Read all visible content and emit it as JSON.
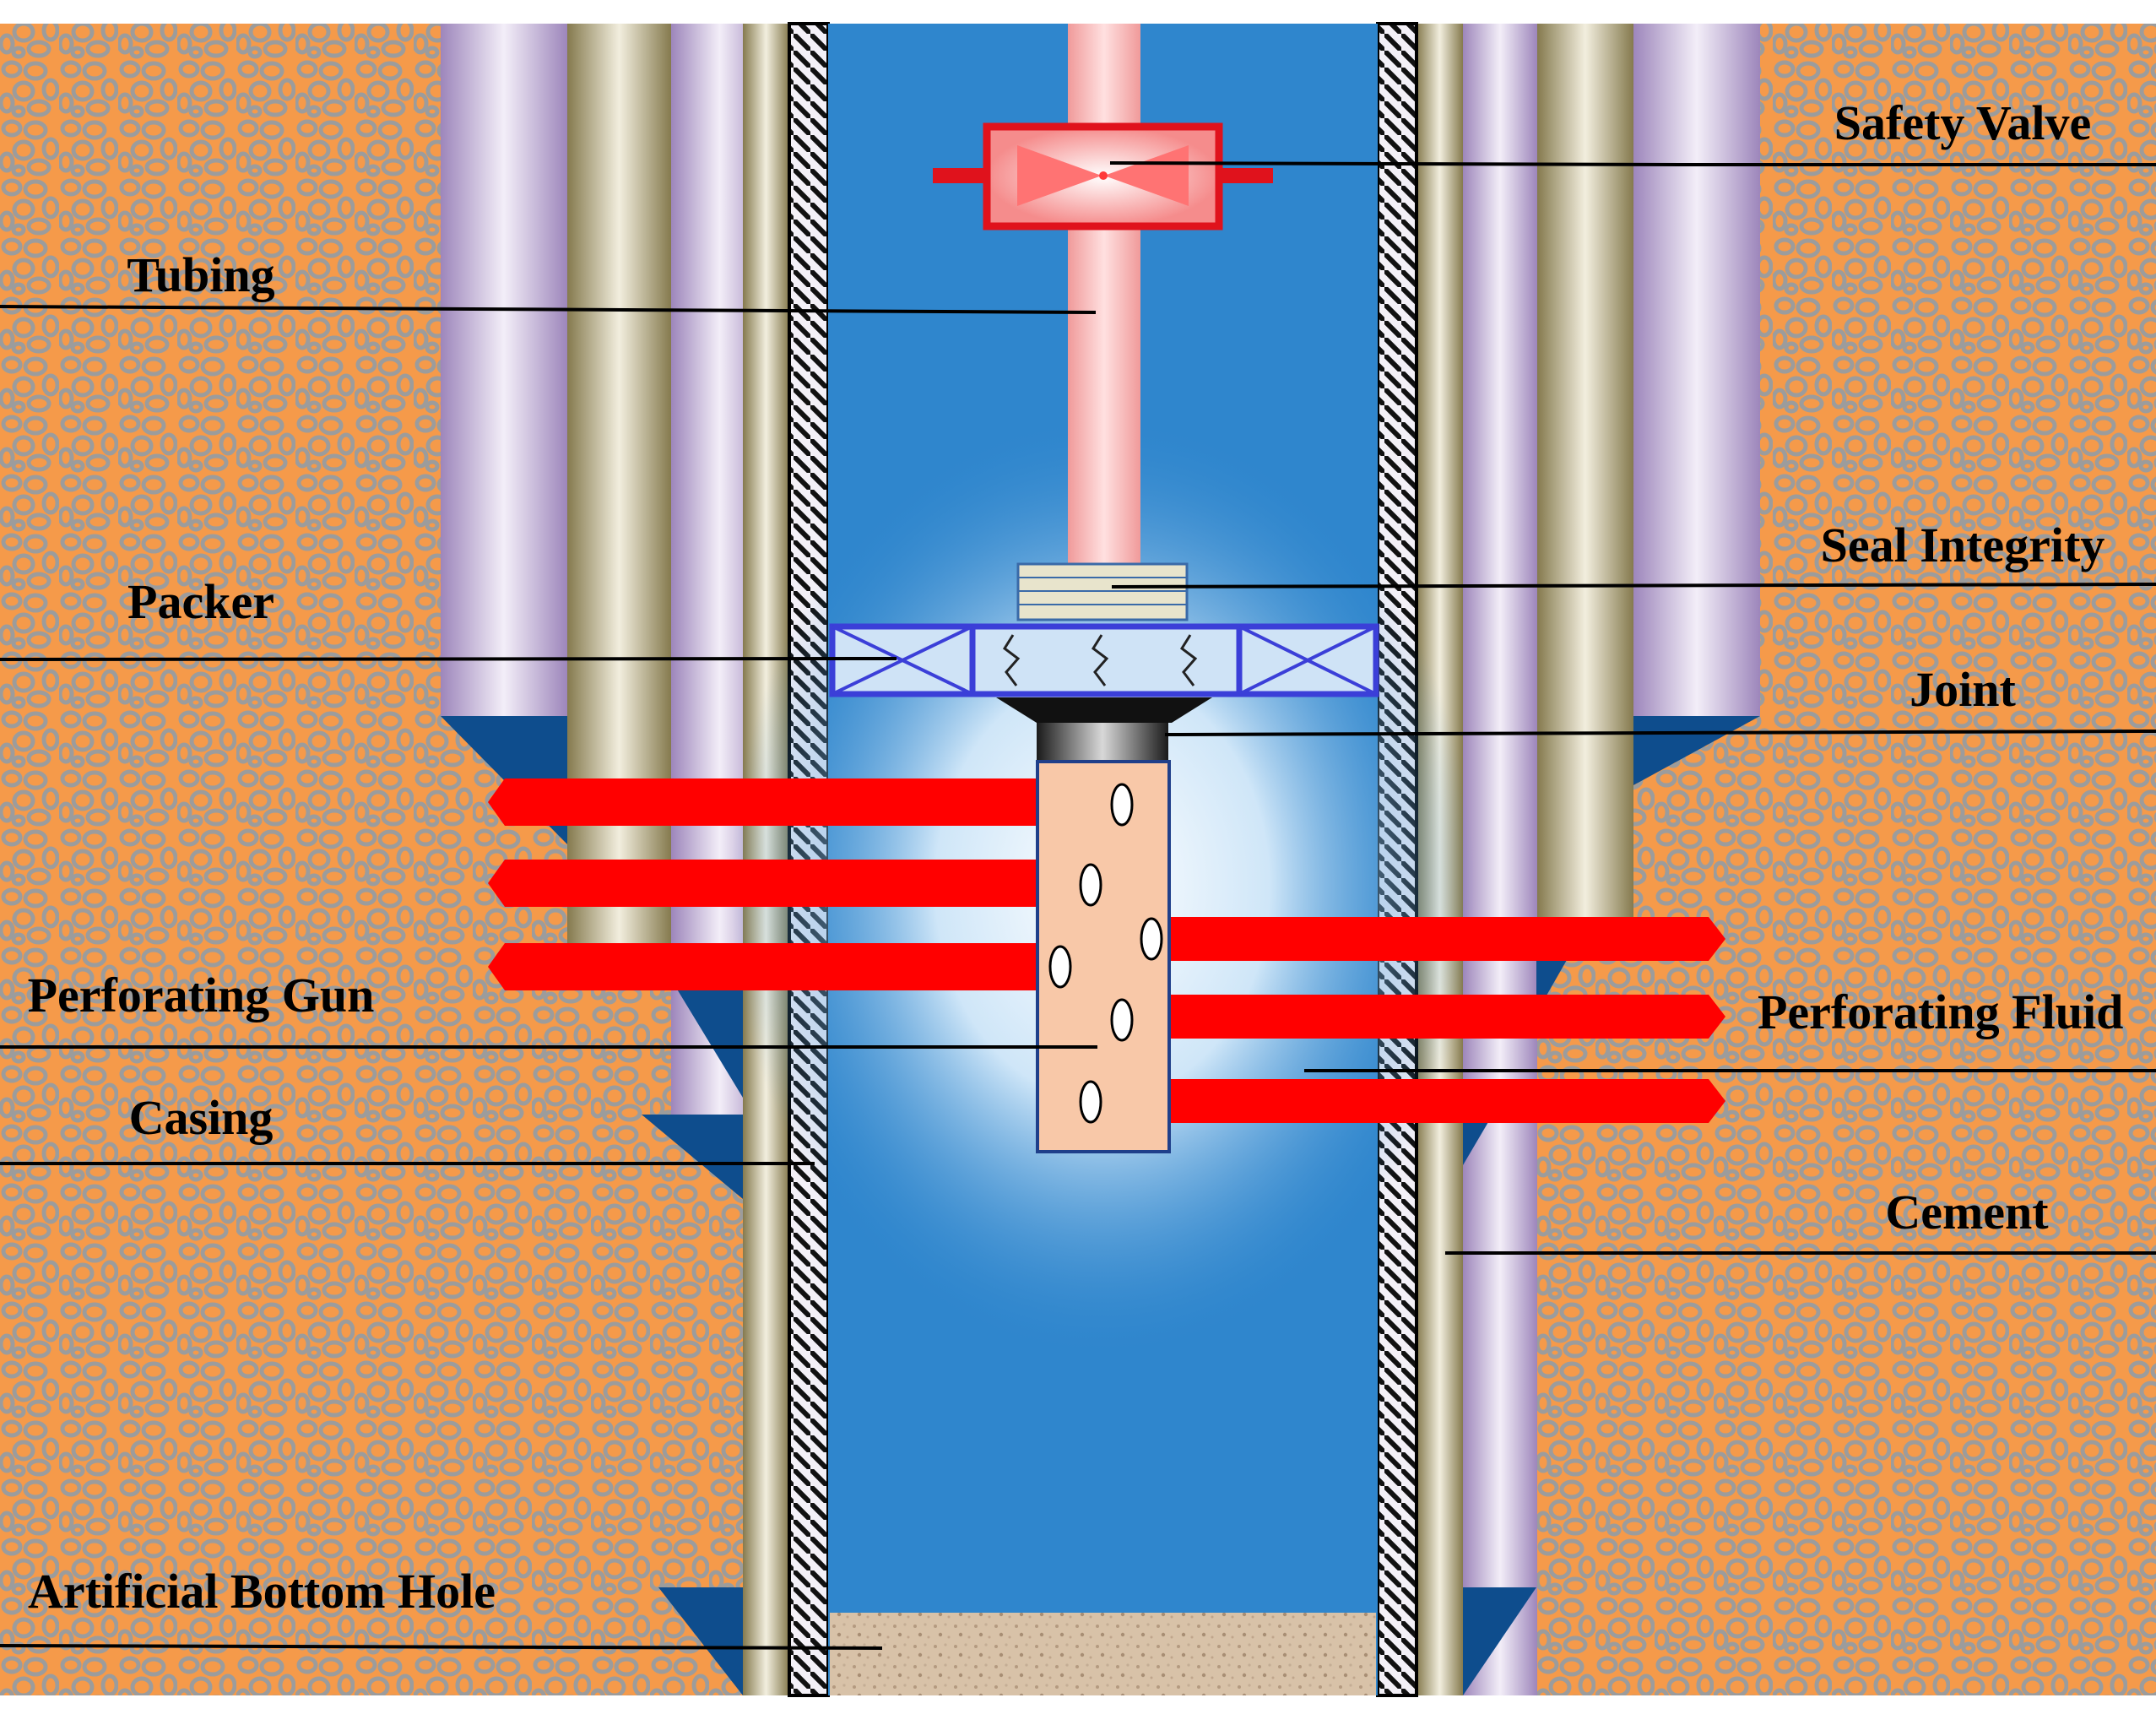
{
  "diagram": {
    "title": "Perforating well completion cross-section",
    "labels": {
      "safety_valve": "Safety Valve",
      "tubing": "Tubing",
      "seal_integrity": "Seal Integrity",
      "packer": "Packer",
      "joint": "Joint",
      "perforating_gun": "Perforating Gun",
      "perforating_fluid": "Perforating Fluid",
      "casing": "Casing",
      "cement": "Cement",
      "artificial_bottom_hole": "Artificial Bottom Hole"
    },
    "perforation_count": 6,
    "colors": {
      "formation": "#f59a4a",
      "formation_pattern": "#9c9c9c",
      "wellbore_fluid": "#2f86cd",
      "cement": "#c8b6d8",
      "casing": "#a69a6e",
      "tubing": "#f4b1b1",
      "safety_valve": "#e0121c",
      "packer": "#3b3fd8",
      "perforation_jet": "#ff0000",
      "gun_body": "#f8c8a8",
      "bottom_fill": "#d8c2a8"
    }
  }
}
